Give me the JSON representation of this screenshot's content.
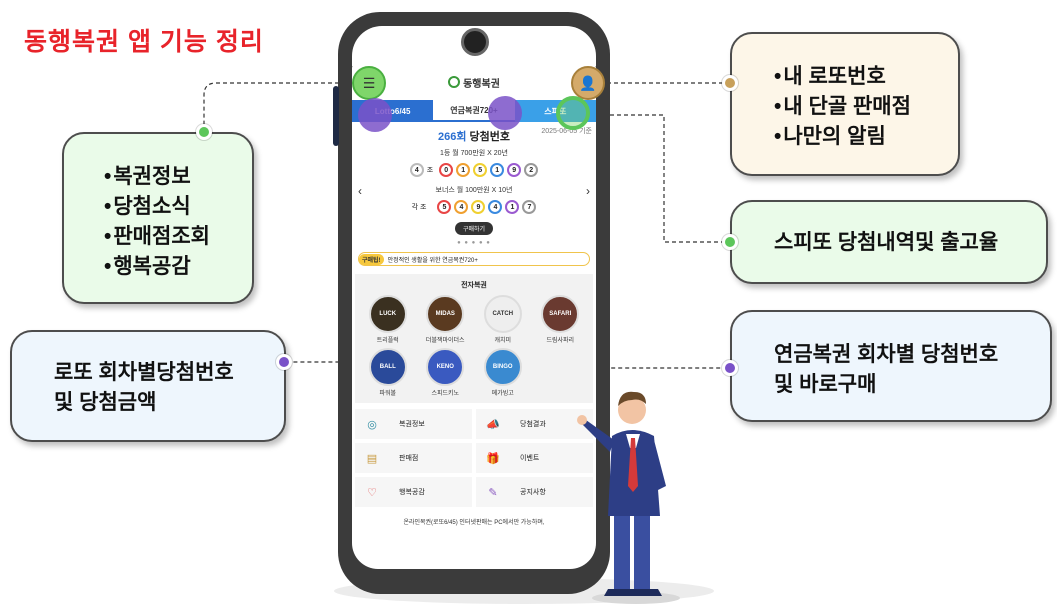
{
  "title": "동행복권 앱 기능 정리",
  "callouts": {
    "left_top": {
      "items": [
        "복권정보",
        "당첨소식",
        "판매점조회",
        "행복공감"
      ]
    },
    "left_bottom": {
      "line1": "로또 회차별당첨번호",
      "line2": "및 당첨금액"
    },
    "right_top": {
      "items": [
        "내 로또번호",
        "내 단골 판매점",
        "나만의 알림"
      ]
    },
    "right_mid": {
      "text": "스피또 당첨내역및 출고율"
    },
    "right_bottom": {
      "line1": "연금복권 회차별 당첨번호",
      "line2": "및 바로구매"
    }
  },
  "app": {
    "header_title": "동행복권",
    "tabs": [
      "Lotto6/45",
      "연금복권720+",
      "스피또"
    ],
    "round": "266회",
    "round_suffix": " 당첨번호",
    "date": "2025-06-05 기준",
    "first_prize": "1등 월 700만원 X 20년",
    "group_label": "조",
    "group_number": "4",
    "main_numbers": [
      "0",
      "1",
      "5",
      "1",
      "9",
      "2"
    ],
    "bonus_prize": "보너스 월 100만원 X 10년",
    "bonus_group_label": "각 조",
    "bonus_numbers": [
      "5",
      "4",
      "9",
      "4",
      "1",
      "7"
    ],
    "buy_label": "구매하기",
    "pager": "● ● ● ● ●",
    "banner_tag": "구매팁!",
    "banner_text": "안정적인 생활을 위한 연금복권720+",
    "games_title": "전자복권",
    "games": [
      "트리플럭",
      "더블잭마이더스",
      "캐치미",
      "드림사파리",
      "파워볼",
      "스피드키노",
      "메가빙고"
    ],
    "menu": [
      {
        "icon": "◎",
        "label": "복권정보"
      },
      {
        "icon": "📣",
        "label": "당첨결과"
      },
      {
        "icon": "▤",
        "label": "판매점"
      },
      {
        "icon": "🎁",
        "label": "이벤트"
      },
      {
        "icon": "♡",
        "label": "행복공감"
      },
      {
        "icon": "✎",
        "label": "공지사항"
      }
    ],
    "footer": "온라인복권(로또6/45) 인터넷판매는 PC에서만 가능하며,"
  },
  "colors": {
    "title": "#e8232a",
    "green_dot": "#5cc65a",
    "beige_dot": "#c8a05a",
    "purple_dot": "#7a52c8"
  }
}
